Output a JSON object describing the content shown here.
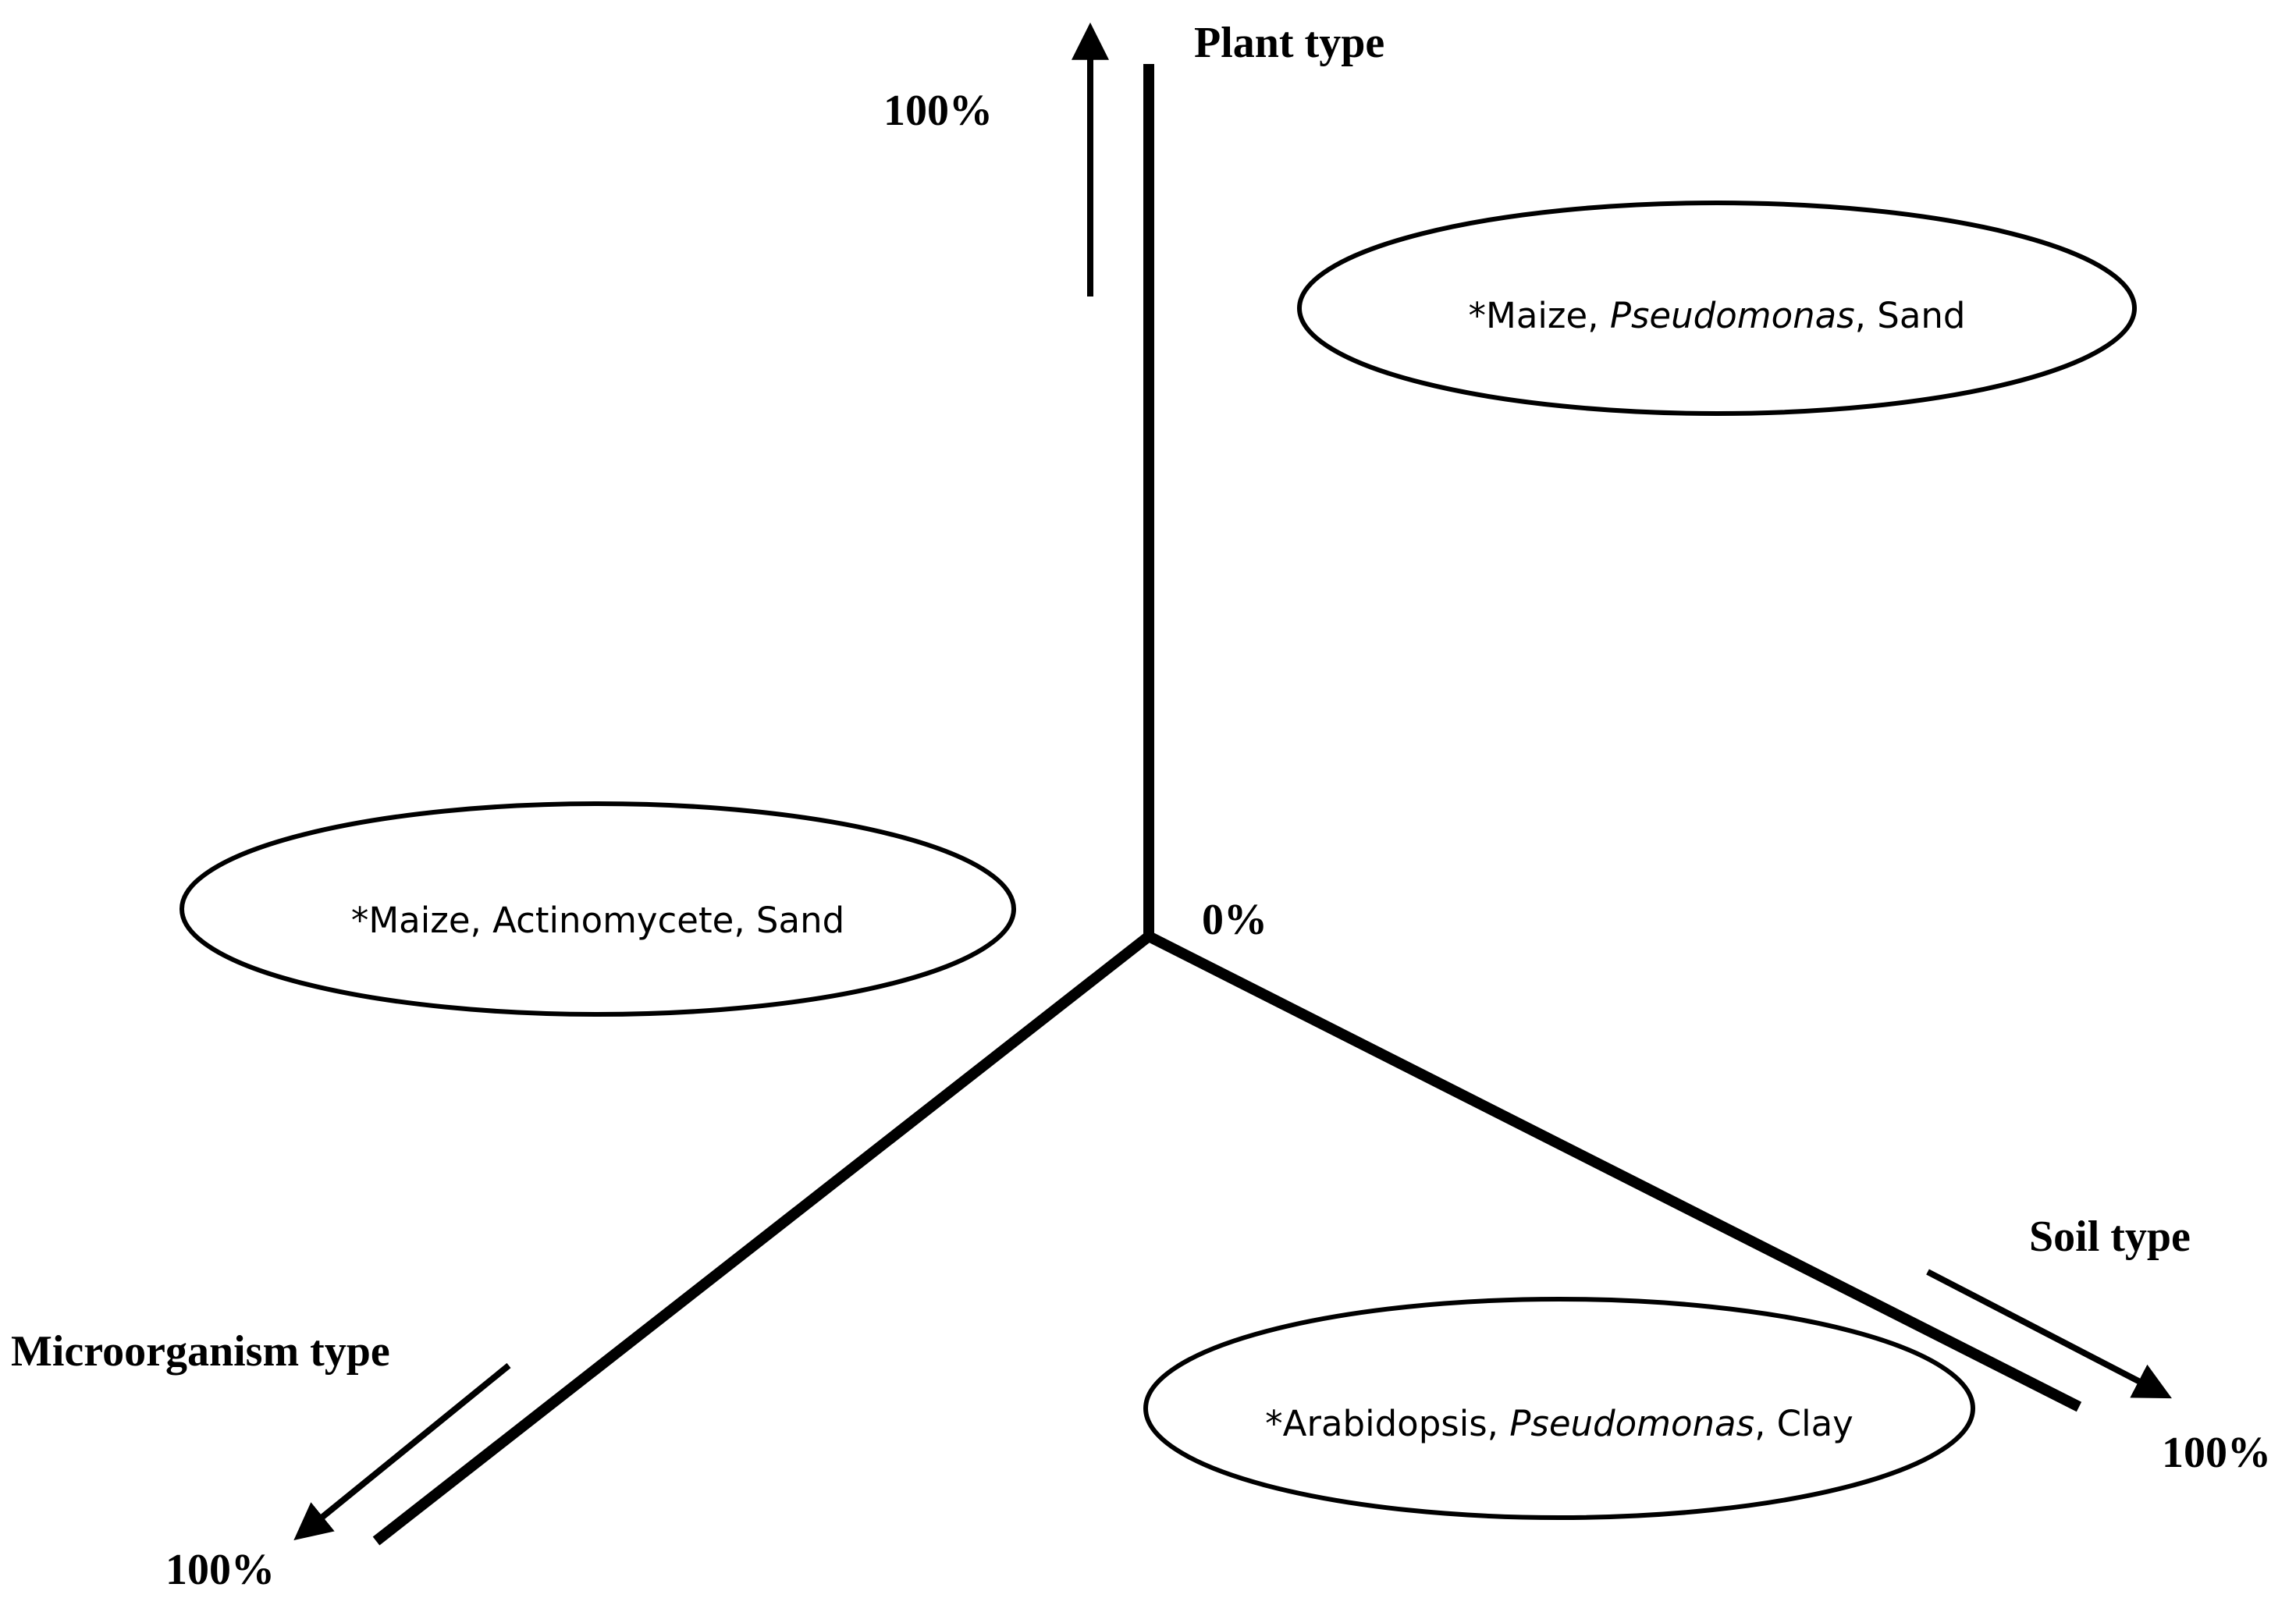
{
  "axes": {
    "plant": {
      "label": "Plant type",
      "max_label": "100%"
    },
    "soil": {
      "label": "Soil type",
      "max_label": "100%"
    },
    "microorganism": {
      "label": "Microorganism type",
      "max_label": "100%"
    },
    "origin_label": "0%"
  },
  "ellipses": [
    {
      "prefix": "*Maize, ",
      "italic": "Pseudomonas",
      "suffix": ", Sand"
    },
    {
      "prefix": "*Maize, Actinomycete, Sand",
      "italic": "",
      "suffix": ""
    },
    {
      "prefix": "*Arabidopsis, ",
      "italic": "Pseudomonas",
      "suffix": ", Clay"
    }
  ],
  "colors": {
    "line": "#000000",
    "background": "#ffffff"
  }
}
